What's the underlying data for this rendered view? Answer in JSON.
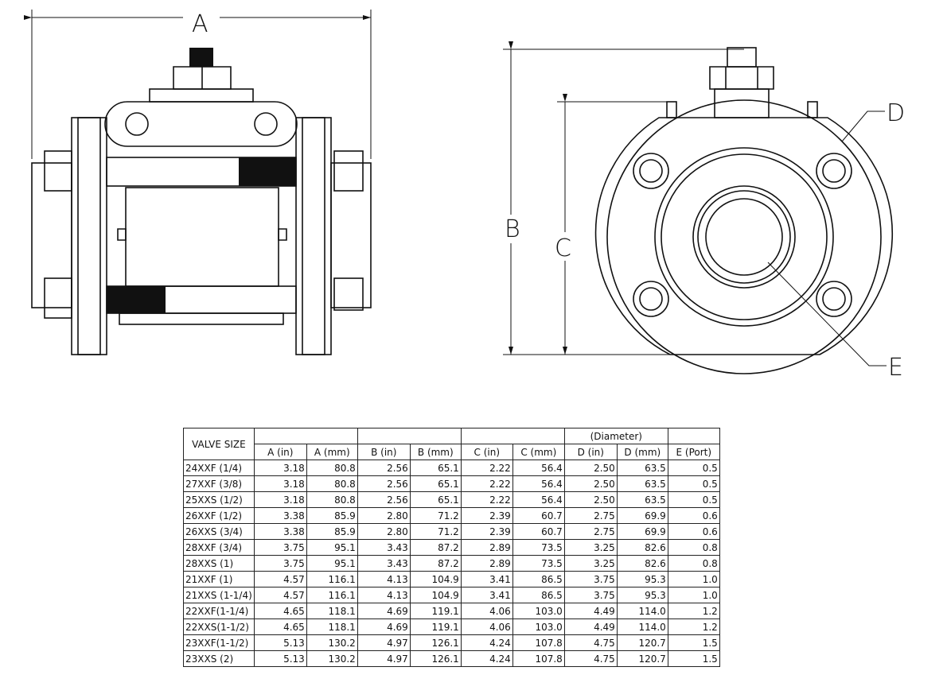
{
  "dimension_labels": {
    "A": "A",
    "B": "B",
    "C": "C",
    "D": "D",
    "E": "E"
  },
  "table": {
    "valve_size_header": "VALVE SIZE",
    "diameter_header": "(Diameter)",
    "columns": [
      "A (in)",
      "A (mm)",
      "B (in)",
      "B (mm)",
      "C (in)",
      "C (mm)",
      "D (in)",
      "D (mm)",
      "E (Port)"
    ],
    "rows": [
      {
        "size": "24XXF (1/4)",
        "values": [
          "3.18",
          "80.8",
          "2.56",
          "65.1",
          "2.22",
          "56.4",
          "2.50",
          "63.5",
          "0.5"
        ]
      },
      {
        "size": "27XXF (3/8)",
        "values": [
          "3.18",
          "80.8",
          "2.56",
          "65.1",
          "2.22",
          "56.4",
          "2.50",
          "63.5",
          "0.5"
        ]
      },
      {
        "size": "25XXS (1/2)",
        "values": [
          "3.18",
          "80.8",
          "2.56",
          "65.1",
          "2.22",
          "56.4",
          "2.50",
          "63.5",
          "0.5"
        ]
      },
      {
        "size": "26XXF (1/2)",
        "values": [
          "3.38",
          "85.9",
          "2.80",
          "71.2",
          "2.39",
          "60.7",
          "2.75",
          "69.9",
          "0.6"
        ]
      },
      {
        "size": "26XXS (3/4)",
        "values": [
          "3.38",
          "85.9",
          "2.80",
          "71.2",
          "2.39",
          "60.7",
          "2.75",
          "69.9",
          "0.6"
        ]
      },
      {
        "size": "28XXF (3/4)",
        "values": [
          "3.75",
          "95.1",
          "3.43",
          "87.2",
          "2.89",
          "73.5",
          "3.25",
          "82.6",
          "0.8"
        ]
      },
      {
        "size": "28XXS (1)",
        "values": [
          "3.75",
          "95.1",
          "3.43",
          "87.2",
          "2.89",
          "73.5",
          "3.25",
          "82.6",
          "0.8"
        ]
      },
      {
        "size": "21XXF (1)",
        "values": [
          "4.57",
          "116.1",
          "4.13",
          "104.9",
          "3.41",
          "86.5",
          "3.75",
          "95.3",
          "1.0"
        ]
      },
      {
        "size": "21XXS (1-1/4)",
        "values": [
          "4.57",
          "116.1",
          "4.13",
          "104.9",
          "3.41",
          "86.5",
          "3.75",
          "95.3",
          "1.0"
        ]
      },
      {
        "size": "22XXF(1-1/4)",
        "values": [
          "4.65",
          "118.1",
          "4.69",
          "119.1",
          "4.06",
          "103.0",
          "4.49",
          "114.0",
          "1.2"
        ]
      },
      {
        "size": "22XXS(1-1/2)",
        "values": [
          "4.65",
          "118.1",
          "4.69",
          "119.1",
          "4.06",
          "103.0",
          "4.49",
          "114.0",
          "1.2"
        ]
      },
      {
        "size": "23XXF(1-1/2)",
        "values": [
          "5.13",
          "130.2",
          "4.97",
          "126.1",
          "4.24",
          "107.8",
          "4.75",
          "120.7",
          "1.5"
        ]
      },
      {
        "size": "23XXS (2)",
        "values": [
          "5.13",
          "130.2",
          "4.97",
          "126.1",
          "4.24",
          "107.8",
          "4.75",
          "120.7",
          "1.5"
        ]
      }
    ]
  }
}
